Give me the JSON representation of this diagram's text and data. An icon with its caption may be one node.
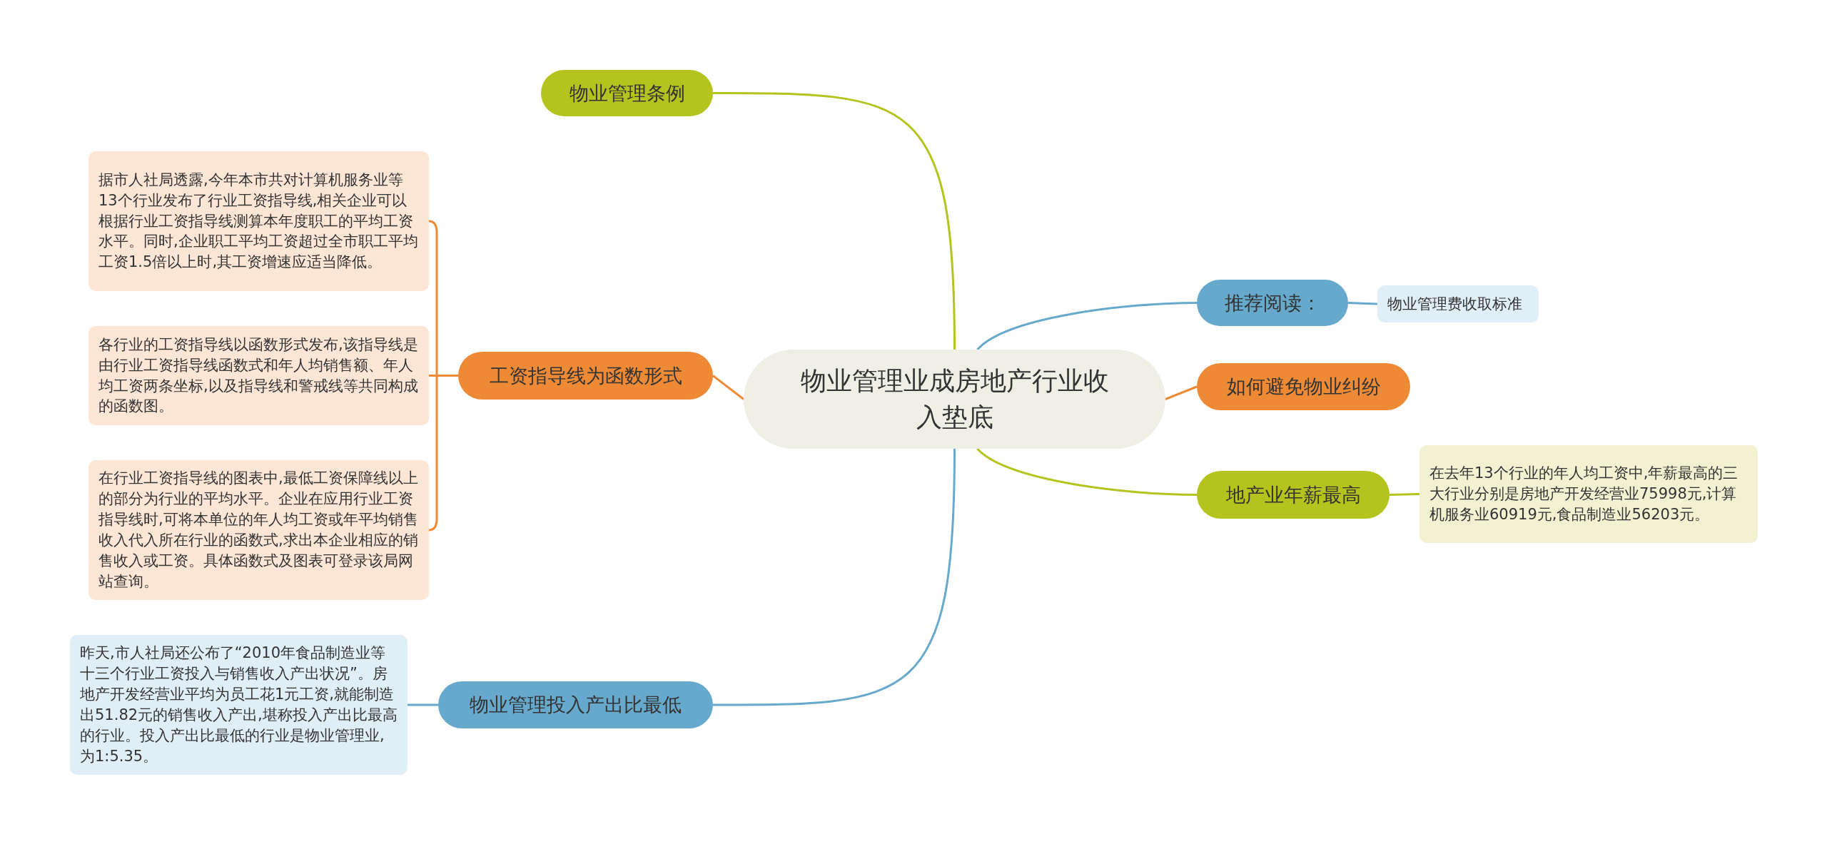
{
  "diagram": {
    "nodes": [
      {
        "text": [
          "物业管理业成房地产行业收入垫底"
        ]
      },
      {
        "text": [
          "物业管理条例"
        ]
      },
      {
        "text": [
          "工资指导线为函数形式"
        ]
      },
      {
        "text": [
          "据市人社局透露,今年本市共对计算机服务业等13个行业发布了行业工资指导线,相关企业可以根据行业工资指导线测算本年度职工的平均工资水平。同时,企业职工平均工资超过全市职工平均工资1.5倍以上时,其工资增速应适当降低。"
        ]
      },
      {
        "text": [
          "各行业的工资指导线以函数形式发布,该指导线是由行业工资指导线函数式和年人均销售额、年人均工资两条坐标,以及指导线和警戒线等共同构成的函数图。"
        ]
      },
      {
        "text": [
          "在行业工资指导线的图表中,最低工资保障线以上的部分为行业的平均水平。企业在应用行业工资指导线时,可将本单位的年人均工资或年平均销售收入代入所在行业的函数式,求出本企业相应的销售收入或工资。具体函数式及图表可登录该局网站查询。"
        ]
      },
      {
        "text": [
          "物业管理投入产出比最低"
        ]
      },
      {
        "text": [
          "昨天,市人社局还公布了“2010年食品制造业等十三个行业工资投入与销售收入产出状况”。房地产开发经营业平均为员工花1元工资,就能制造出51.82元的销售收入产出,堪称投入产出比最高的行业。投入产出比最低的行业是物业管理业,为1:5.35。"
        ]
      },
      {
        "text": [
          "推荐阅读："
        ]
      },
      {
        "text": [
          "物业管理费收取标准"
        ]
      },
      {
        "text": [
          "如何避免物业纠纷"
        ]
      },
      {
        "text": [
          "地产业年薪最高"
        ]
      },
      {
        "text": [
          "在去年13个行业的年人均工资中,年薪最高的三大行业分别是房地产开发经营业75998元,计算机服务业60919元,食品制造业56203元。"
        ]
      }
    ],
    "edges": [
      {
        "from": 0,
        "to": 1,
        "arrow": "none",
        "color": "#b5c31e"
      },
      {
        "from": 0,
        "to": 2,
        "arrow": "none",
        "color": "#ee8a35"
      },
      {
        "from": 2,
        "to": 3,
        "arrow": "none",
        "color": "#ee8a35"
      },
      {
        "from": 2,
        "to": 4,
        "arrow": "none",
        "color": "#ee8a35"
      },
      {
        "from": 2,
        "to": 5,
        "arrow": "none",
        "color": "#ee8a35"
      },
      {
        "from": 0,
        "to": 6,
        "arrow": "none",
        "color": "#67a9cc"
      },
      {
        "from": 6,
        "to": 7,
        "arrow": "none",
        "color": "#67a9cc"
      },
      {
        "from": 0,
        "to": 8,
        "arrow": "none",
        "color": "#67a9cc"
      },
      {
        "from": 8,
        "to": 9,
        "arrow": "none",
        "color": "#67a9cc"
      },
      {
        "from": 0,
        "to": 10,
        "arrow": "none",
        "color": "#ee8a35"
      },
      {
        "from": 0,
        "to": 11,
        "arrow": "none",
        "color": "#b5c31e"
      },
      {
        "from": 11,
        "to": 12,
        "arrow": "none",
        "color": "#b5c31e"
      }
    ]
  }
}
